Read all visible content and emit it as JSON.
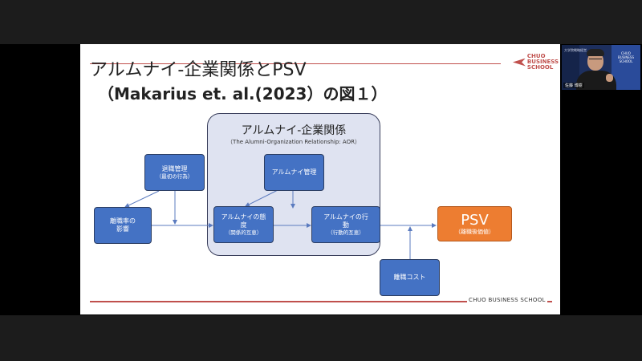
{
  "slide": {
    "title": "アルムナイ-企業関係とPSV",
    "subtitle": "（Makarius et. al.(2023）の図１）",
    "logo_line1": "CHUO",
    "logo_line2": "BUSINESS",
    "logo_line3": "SCHOOL",
    "footer": "CHUO BUSINESS SCHOOL"
  },
  "diagram": {
    "group_title": "アルムナイ-企業関係",
    "group_subtitle": "（The Alumni-Organization Relationship: AOR）",
    "nodes": {
      "retirement_mgmt": {
        "l1": "退職管理",
        "l2": "（最初の行為）"
      },
      "turnover_impact": {
        "l1": "離職率の",
        "l2": "影響"
      },
      "alumni_mgmt": {
        "l1": "アルムナイ管理"
      },
      "alumni_attitude": {
        "l1": "アルムナイの態",
        "l1b": "度",
        "l2": "（関係的互恵）"
      },
      "alumni_behavior": {
        "l1": "アルムナイの行",
        "l1b": "動",
        "l2": "（行動的互恵）"
      },
      "turnover_cost": {
        "l1": "離職コスト"
      },
      "psv": {
        "l1": "PSV",
        "l2": "（離職後価値）"
      }
    }
  },
  "webcam": {
    "name": "佐藤 博樹",
    "panel_text": "CHUO BUSINESS SCHOOL",
    "left_text": "大学院戦略経営"
  },
  "colors": {
    "box_blue": "#4472c4",
    "psv_orange": "#ed7d31",
    "group_fill": "#dfe3f1",
    "accent_red": "#c0504d"
  }
}
